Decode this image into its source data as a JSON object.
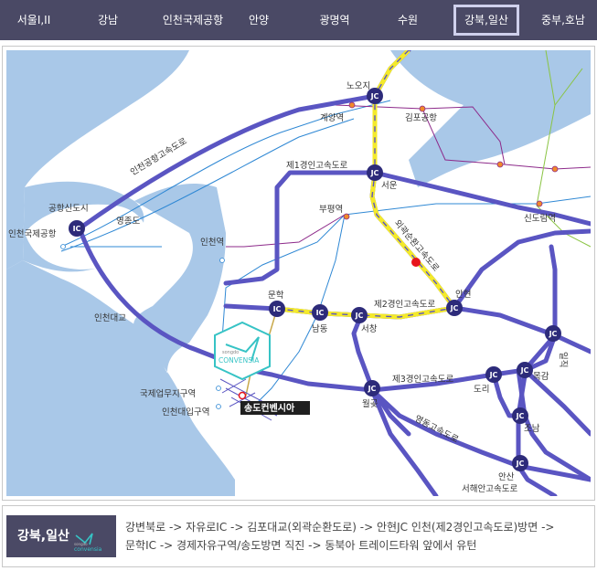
{
  "nav": {
    "items": [
      {
        "label": "서울I,II"
      },
      {
        "label": "강남"
      },
      {
        "label": "인천국제공항"
      },
      {
        "label": "안양"
      },
      {
        "label": "광명역"
      },
      {
        "label": "수원"
      },
      {
        "label": "강북,일산"
      },
      {
        "label": "중부,호남"
      }
    ],
    "active_index": 6
  },
  "map": {
    "colors": {
      "sea": "#a9c8e8",
      "highway": "#5a55c2",
      "route": "#f4ea2a",
      "subway_blue": "#2f88d4",
      "subway_purple": "#8d2a8a",
      "subway_green": "#8ac443",
      "destination": "#e8141b",
      "venue": "#36c3c5"
    },
    "logo": {
      "small": "songdo",
      "big": "CONVENSIA"
    },
    "labels": {
      "noji": "노오지",
      "gyeyang": "계양역",
      "gimpo_airport": "김포공항",
      "road_airport_exp": "인천공항고속도로",
      "gyeongin1": "제1경인고속도로",
      "seowoon": "서운",
      "bupyeong": "부평역",
      "singil": "신도림역",
      "airport_newtown": "공항신도시",
      "incheon_airport": "인천국제공항",
      "yeongjongdo": "영종도",
      "incheon_station": "인천역",
      "outer_ring": "외곽순환고속도로",
      "munhak": "문학",
      "namdong": "남동",
      "seochang": "서창",
      "gyeongin2": "제2경인고속도로",
      "anhyeon": "안현",
      "ilsik": "일직",
      "incheon_bridge": "인천대교",
      "free_zone": "국제업무지구역",
      "incheon_univ": "인천대입구역",
      "convensia": "송도컨벤시아",
      "gyeongin3": "제3경인고속도로",
      "wolgot": "월곶",
      "dori": "도리",
      "mokgam": "목감",
      "yeongdong": "영동고속도로",
      "jonam": "조남",
      "ansan": "안산",
      "seohaean": "서해안고속도로"
    },
    "junctions": {
      "jc": "JC",
      "ic": "IC"
    }
  },
  "directions": {
    "badge_title": "강북,일산",
    "badge_logo_small": "songdo",
    "badge_logo_big": "convensia",
    "line1": "강변북로 -> 자유로IC -> 김포대교(외곽순환도로) -> 안현JC 인천(제2경인고속도로)방면 ->",
    "line2": "문학IC -> 경제자유구역/송도방면 직진 -> 동북아 트레이드타워 앞에서 유턴"
  }
}
